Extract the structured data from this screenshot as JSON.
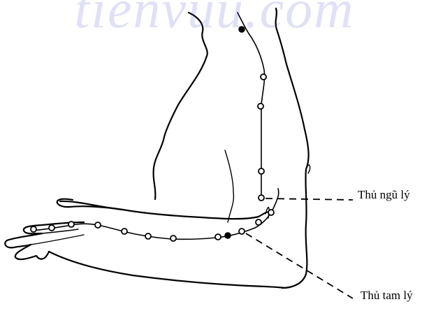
{
  "watermark": "tienvuu.com",
  "labels": {
    "thu_ngu_ly": "Thủ ngũ lý",
    "thu_tam_ly": "Thủ tam lý"
  }
}
